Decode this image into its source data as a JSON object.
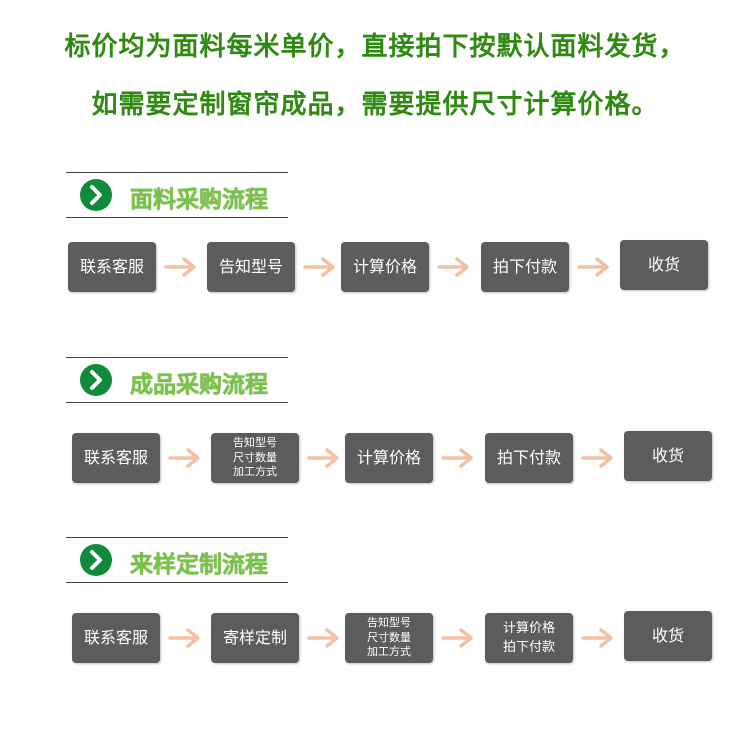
{
  "notice": {
    "line1": "标价均为面料每米单价，直接拍下按默认面料发货，",
    "line2": "如需要定制窗帘成品，需要提供尺寸计算价格。"
  },
  "colors": {
    "notice_text": "#2f8a12",
    "title_text": "#78c445",
    "chevron_circle": "#0f8a3a",
    "step_box": "#5c5c5c",
    "arrow": "#f2c1a3"
  },
  "icons": {
    "section_marker": "chevron-right-icon",
    "flow_arrow": "arrow-right-icon"
  },
  "sections": [
    {
      "title": "面料采购流程",
      "steps": [
        "联系客服",
        "告知型号",
        "计算价格",
        "拍下付款",
        "收货"
      ]
    },
    {
      "title": "成品采购流程",
      "steps": [
        "联系客服",
        "告知型号\n尺寸数量\n加工方式",
        "计算价格",
        "拍下付款",
        "收货"
      ]
    },
    {
      "title": "来样定制流程",
      "steps": [
        "联系客服",
        "寄样定制",
        "告知型号\n尺寸数量\n加工方式",
        "计算价格\n拍下付款",
        "收货"
      ]
    }
  ]
}
